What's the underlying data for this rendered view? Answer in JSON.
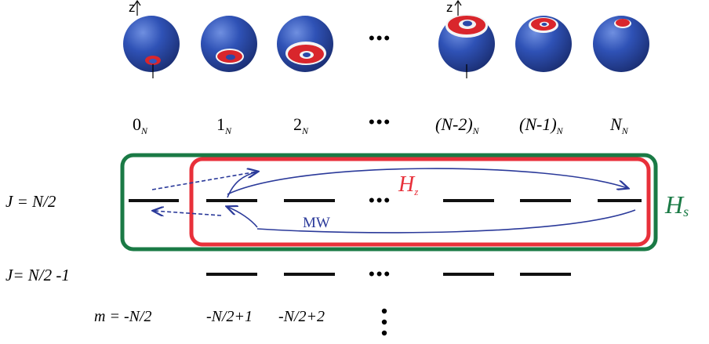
{
  "axis_label": "z",
  "states": [
    {
      "base": "0",
      "sub": "N"
    },
    {
      "base": "1",
      "sub": "N"
    },
    {
      "base": "2",
      "sub": "N"
    },
    {
      "base": "(N-2)",
      "sub": "N"
    },
    {
      "base": "(N-1)",
      "sub": "N"
    },
    {
      "base": "N",
      "sub": "N"
    }
  ],
  "ellipsis": "•••",
  "rows": {
    "j_top": "J = N/2",
    "j_second": "J= N/2 -1"
  },
  "m_values": {
    "prefix": "m = ",
    "first": "-N/2",
    "second": "-N/2+1",
    "third": "-N/2+2"
  },
  "hilbert": {
    "z_main": "H",
    "z_sub": "z",
    "s_main": "H",
    "s_sub": "s"
  },
  "mw_label": "MW",
  "colors": {
    "green_box": "#1a7a45",
    "red_box": "#e8303a",
    "arrow": "#2b3a9a",
    "sphere_blue": "#2a48a8",
    "ring_red": "#e0242a"
  }
}
